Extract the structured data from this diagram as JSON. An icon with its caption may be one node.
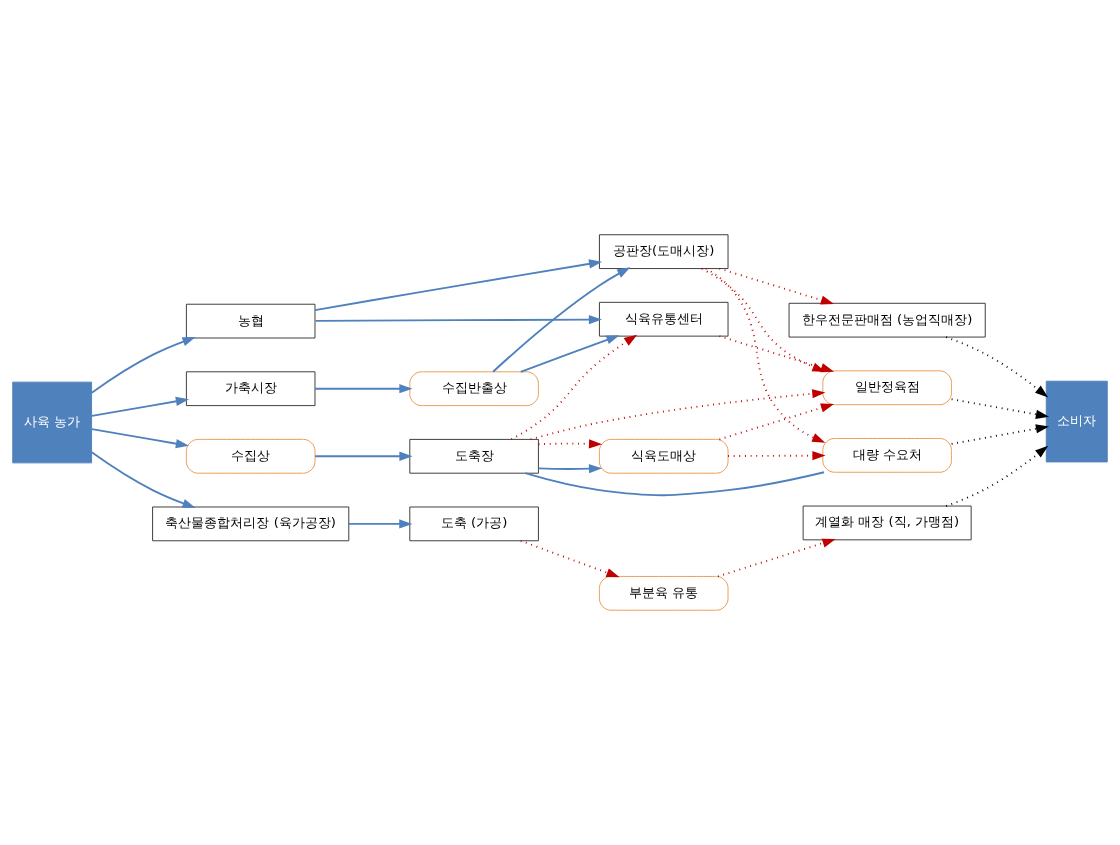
{
  "diagram": {
    "nodes": [
      {
        "text": [
          "사육 농가"
        ]
      },
      {
        "text": [
          "농협"
        ]
      },
      {
        "text": [
          "가축시장"
        ]
      },
      {
        "text": [
          "수집상"
        ]
      },
      {
        "text": [
          "축산물종합처리장 (육가공장)"
        ]
      },
      {
        "text": [
          "수집반출상"
        ]
      },
      {
        "text": [
          "도축장"
        ]
      },
      {
        "text": [
          "도축 (가공)"
        ]
      },
      {
        "text": [
          "공판장(도매시장)"
        ]
      },
      {
        "text": [
          "식육유통센터"
        ]
      },
      {
        "text": [
          "식육도매상"
        ]
      },
      {
        "text": [
          "부분육 유통"
        ]
      },
      {
        "text": [
          "한우전문판매점 (농업직매장)"
        ]
      },
      {
        "text": [
          "일반정육점"
        ]
      },
      {
        "text": [
          "대량 수요처"
        ]
      },
      {
        "text": [
          "계열화 매장 (직, 가맹점)"
        ]
      },
      {
        "text": [
          "소비자"
        ]
      }
    ],
    "edges": [
      {
        "from": 0,
        "to": 1,
        "arrow": "to"
      },
      {
        "from": 0,
        "to": 2,
        "arrow": "to"
      },
      {
        "from": 0,
        "to": 3,
        "arrow": "to"
      },
      {
        "from": 0,
        "to": 4,
        "arrow": "to"
      },
      {
        "from": 1,
        "to": 8,
        "arrow": "to"
      },
      {
        "from": 1,
        "to": 9,
        "arrow": "to"
      },
      {
        "from": 2,
        "to": 5,
        "arrow": "to"
      },
      {
        "from": 5,
        "to": 8,
        "arrow": "to"
      },
      {
        "from": 5,
        "to": 9,
        "arrow": "to"
      },
      {
        "from": 3,
        "to": 6,
        "arrow": "to"
      },
      {
        "from": 6,
        "to": 10,
        "arrow": "to"
      },
      {
        "from": 6,
        "to": 14,
        "arrow": "none"
      },
      {
        "from": 4,
        "to": 7,
        "arrow": "to"
      },
      {
        "from": 8,
        "to": 12,
        "arrow": "to",
        "style": "dashed",
        "color": "#c00000"
      },
      {
        "from": 8,
        "to": 13,
        "arrow": "to",
        "style": "dashed",
        "color": "#c00000"
      },
      {
        "from": 8,
        "to": 14,
        "arrow": "to",
        "style": "dashed",
        "color": "#c00000"
      },
      {
        "from": 9,
        "to": 13,
        "arrow": "to",
        "style": "dashed",
        "color": "#c00000"
      },
      {
        "from": 6,
        "to": 9,
        "arrow": "to",
        "style": "dashed",
        "color": "#c00000"
      },
      {
        "from": 6,
        "to": 13,
        "arrow": "to",
        "style": "dashed",
        "color": "#c00000"
      },
      {
        "from": 6,
        "to": 10,
        "arrow": "to",
        "style": "dashed",
        "color": "#c00000"
      },
      {
        "from": 10,
        "to": 13,
        "arrow": "to",
        "style": "dashed",
        "color": "#c00000"
      },
      {
        "from": 10,
        "to": 14,
        "arrow": "to",
        "style": "dashed",
        "color": "#c00000"
      },
      {
        "from": 7,
        "to": 11,
        "arrow": "to",
        "style": "dashed",
        "color": "#c00000"
      },
      {
        "from": 11,
        "to": 15,
        "arrow": "to",
        "style": "dashed",
        "color": "#c00000"
      },
      {
        "from": 12,
        "to": 16,
        "arrow": "to",
        "style": "dashed",
        "color": "#000000"
      },
      {
        "from": 13,
        "to": 16,
        "arrow": "to",
        "style": "dashed",
        "color": "#000000"
      },
      {
        "from": 14,
        "to": 16,
        "arrow": "to",
        "style": "dashed",
        "color": "#000000"
      },
      {
        "from": 15,
        "to": 16,
        "arrow": "to",
        "style": "dashed",
        "color": "#000000"
      }
    ]
  }
}
